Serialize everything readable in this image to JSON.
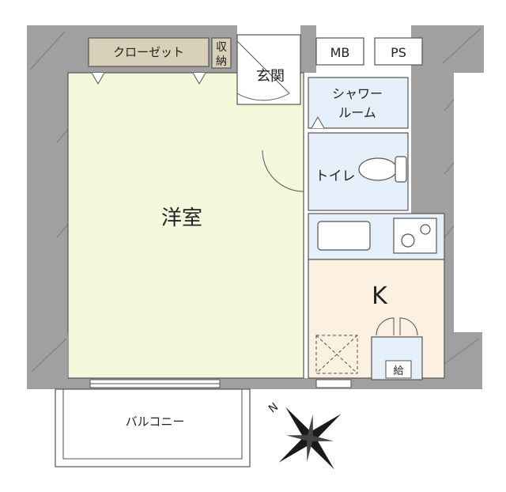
{
  "rooms": {
    "western_room": "洋室",
    "closet": "クローゼット",
    "storage": "収納",
    "entrance": "玄関",
    "shower_room": "シャワールーム",
    "shower_line1": "シャワー",
    "shower_line2": "ルーム",
    "toilet": "トイレ",
    "kitchen": "K",
    "water_heater": "給",
    "balcony": "バルコニー",
    "mb": "MB",
    "ps": "PS"
  },
  "storage_chars": [
    "収",
    "納"
  ],
  "compass": {
    "north_label": "N"
  },
  "colors": {
    "wall": "#a0a0a0",
    "western_room": "#f4f8dc",
    "closet": "#d8d0b8",
    "storage": "#d8d0b8",
    "wet_area": "#e6f0fa",
    "kitchen": "#fcf0e0",
    "outline": "#555555"
  }
}
